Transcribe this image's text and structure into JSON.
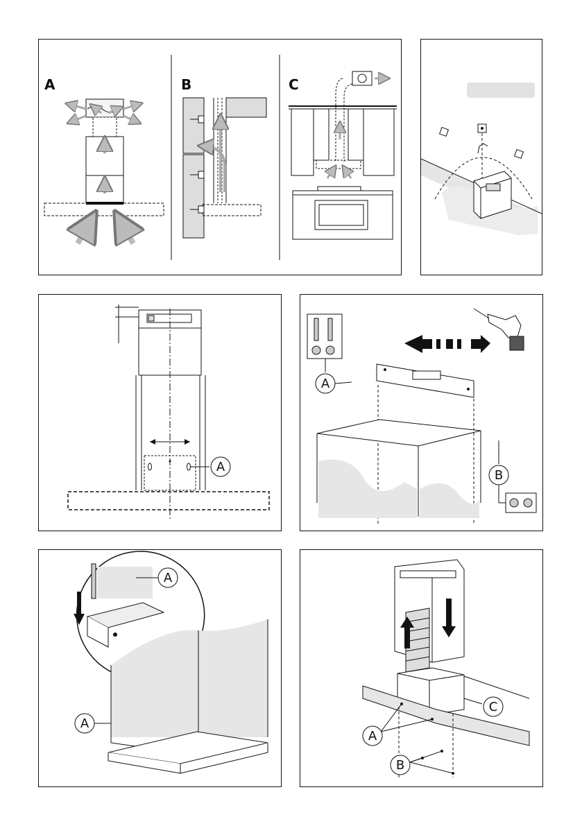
{
  "panel1": {
    "label_a": "A",
    "label_b": "B",
    "label_c": "C"
  },
  "panel3": {
    "callout_a": "A"
  },
  "panel4": {
    "callout_a": "A",
    "callout_b": "B"
  },
  "panel5": {
    "callout_a_top": "A",
    "callout_a_bottom": "A"
  },
  "panel6": {
    "callout_a": "A",
    "callout_b": "B",
    "callout_c": "C"
  }
}
